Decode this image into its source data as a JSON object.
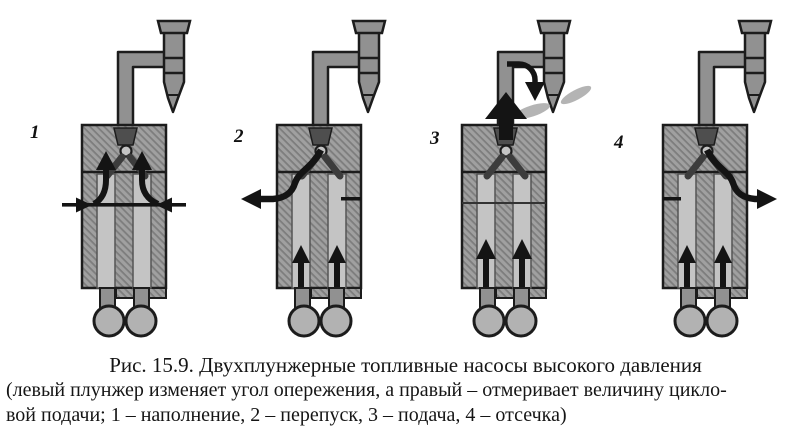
{
  "figure": {
    "panels": [
      {
        "label": "1",
        "stage": "наполнение",
        "arrows": [
          "intake-side",
          "chamber-up"
        ],
        "port_line": false
      },
      {
        "label": "2",
        "stage": "перепуск",
        "arrows": [
          "bypass-left",
          "plunger-up"
        ],
        "port_line": false
      },
      {
        "label": "3",
        "stage": "подача",
        "arrows": [
          "delivery-up",
          "injector-hook",
          "spray",
          "plunger-up-long"
        ],
        "port_line": true
      },
      {
        "label": "4",
        "stage": "отсечка",
        "arrows": [
          "cutoff-right",
          "plunger-up"
        ],
        "port_line": false
      }
    ],
    "caption": {
      "title": "Рис. 15.9. Двухплунжерные топливные насосы высокого давления",
      "line2": "(левый плунжер изменяет угол опережения, а правый – отмеривает величину цикло-",
      "line3": "вой подачи; 1 – наполнение, 2 – перепуск, 3 – подача, 4 – отсечка)"
    },
    "colors": {
      "body": "#a0a0a0",
      "body_hatch": "#7d7d7d",
      "channel": "#c4c4c4",
      "pipe": "#919191",
      "outline": "#1c1c1c",
      "arrow": "#141414",
      "roller": "#b2b2b2",
      "spray": "#a8a8a8"
    }
  }
}
